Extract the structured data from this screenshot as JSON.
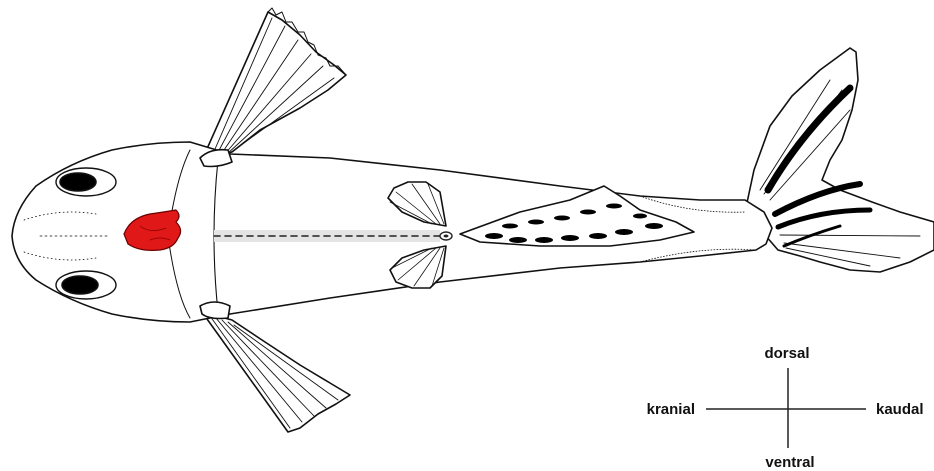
{
  "orientation": {
    "dorsal": "dorsal",
    "ventral": "ventral",
    "kranial": "kranial",
    "kaudal": "kaudal"
  },
  "colors": {
    "highlight_organ": "#e01818",
    "outline": "#111111",
    "fill": "#ffffff",
    "band": "#e4e4e4"
  },
  "icons": [
    "fish-illustration",
    "heart-organ",
    "eye",
    "pectoral-fin",
    "pelvic-fin",
    "anal-fin",
    "tail-fin",
    "cross-axis"
  ]
}
